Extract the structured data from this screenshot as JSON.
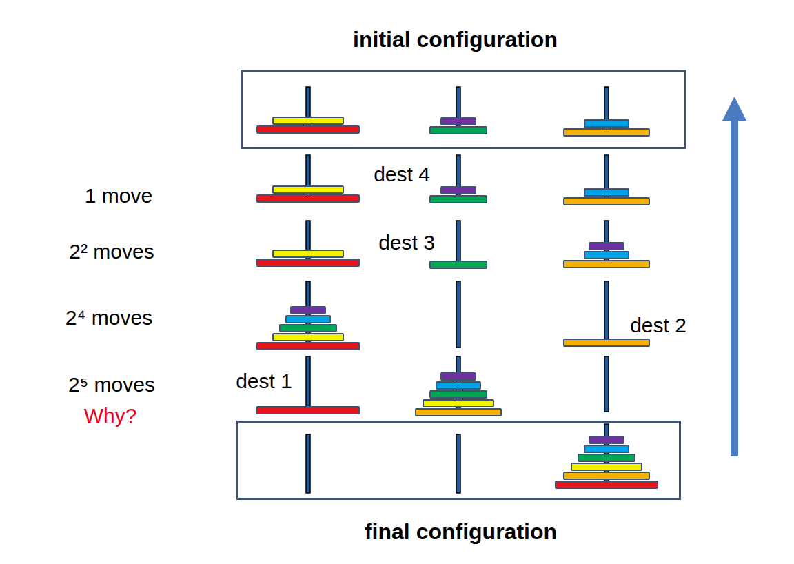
{
  "diagram": {
    "nodes": [
      {
        "text": [
          "initial configuration"
        ]
      },
      {
        "text": [
          "final configuration"
        ]
      }
    ],
    "labels": [
      "1 move",
      "2² moves",
      "2⁴ moves",
      "2⁵ moves",
      "Why?",
      "dest 4",
      "dest 3",
      "dest 2",
      "dest 1"
    ]
  }
}
